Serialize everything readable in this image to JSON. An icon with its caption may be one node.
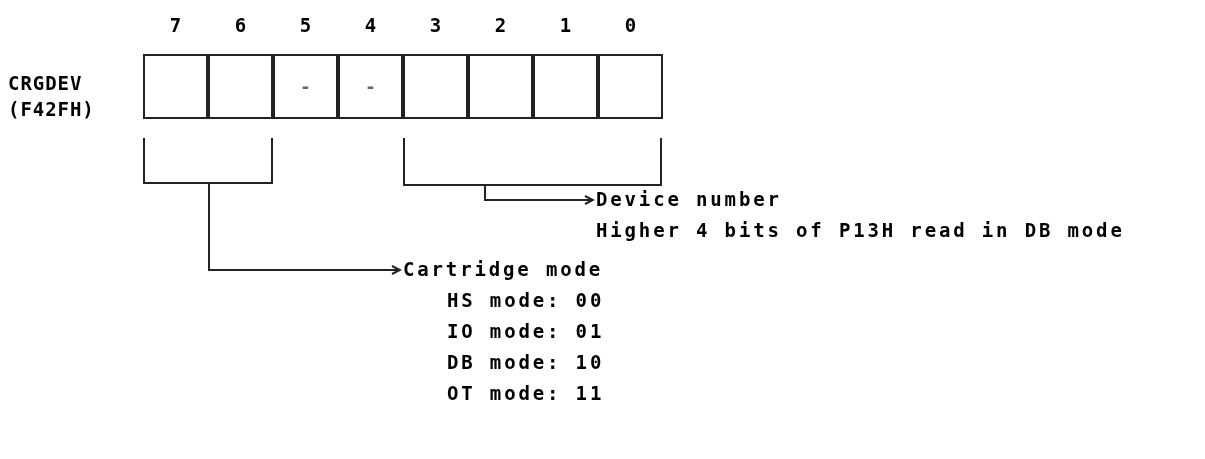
{
  "diagram": {
    "nodes": [
      {
        "text": [],
        "shape": "box"
      },
      {
        "text": [],
        "shape": "box"
      },
      {
        "text": [
          "-"
        ]
      },
      {
        "text": [
          "-"
        ]
      },
      {
        "text": [],
        "shape": "box"
      },
      {
        "text": [],
        "shape": "box"
      },
      {
        "text": [],
        "shape": "box"
      },
      {
        "text": [],
        "shape": "box"
      },
      {
        "text": [],
        "shape": "bracket"
      },
      {
        "text": [],
        "shape": "bracket"
      },
      {
        "text": [
          "Device number",
          "Higher 4 bits of P13H read in DB mode"
        ]
      },
      {
        "text": [
          "Cartridge mode",
          "HS mode: 00",
          "IO mode: 01",
          "DB mode: 10",
          "OT mode: 11"
        ]
      }
    ],
    "edges": [
      {
        "from": 9,
        "to": 10,
        "arrow": "to"
      },
      {
        "from": 8,
        "to": 11,
        "arrow": "to"
      }
    ],
    "labels": [
      "7",
      "6",
      "5",
      "4",
      "3",
      "2",
      "1",
      "0",
      "CRGDEV (F42FH)"
    ]
  }
}
